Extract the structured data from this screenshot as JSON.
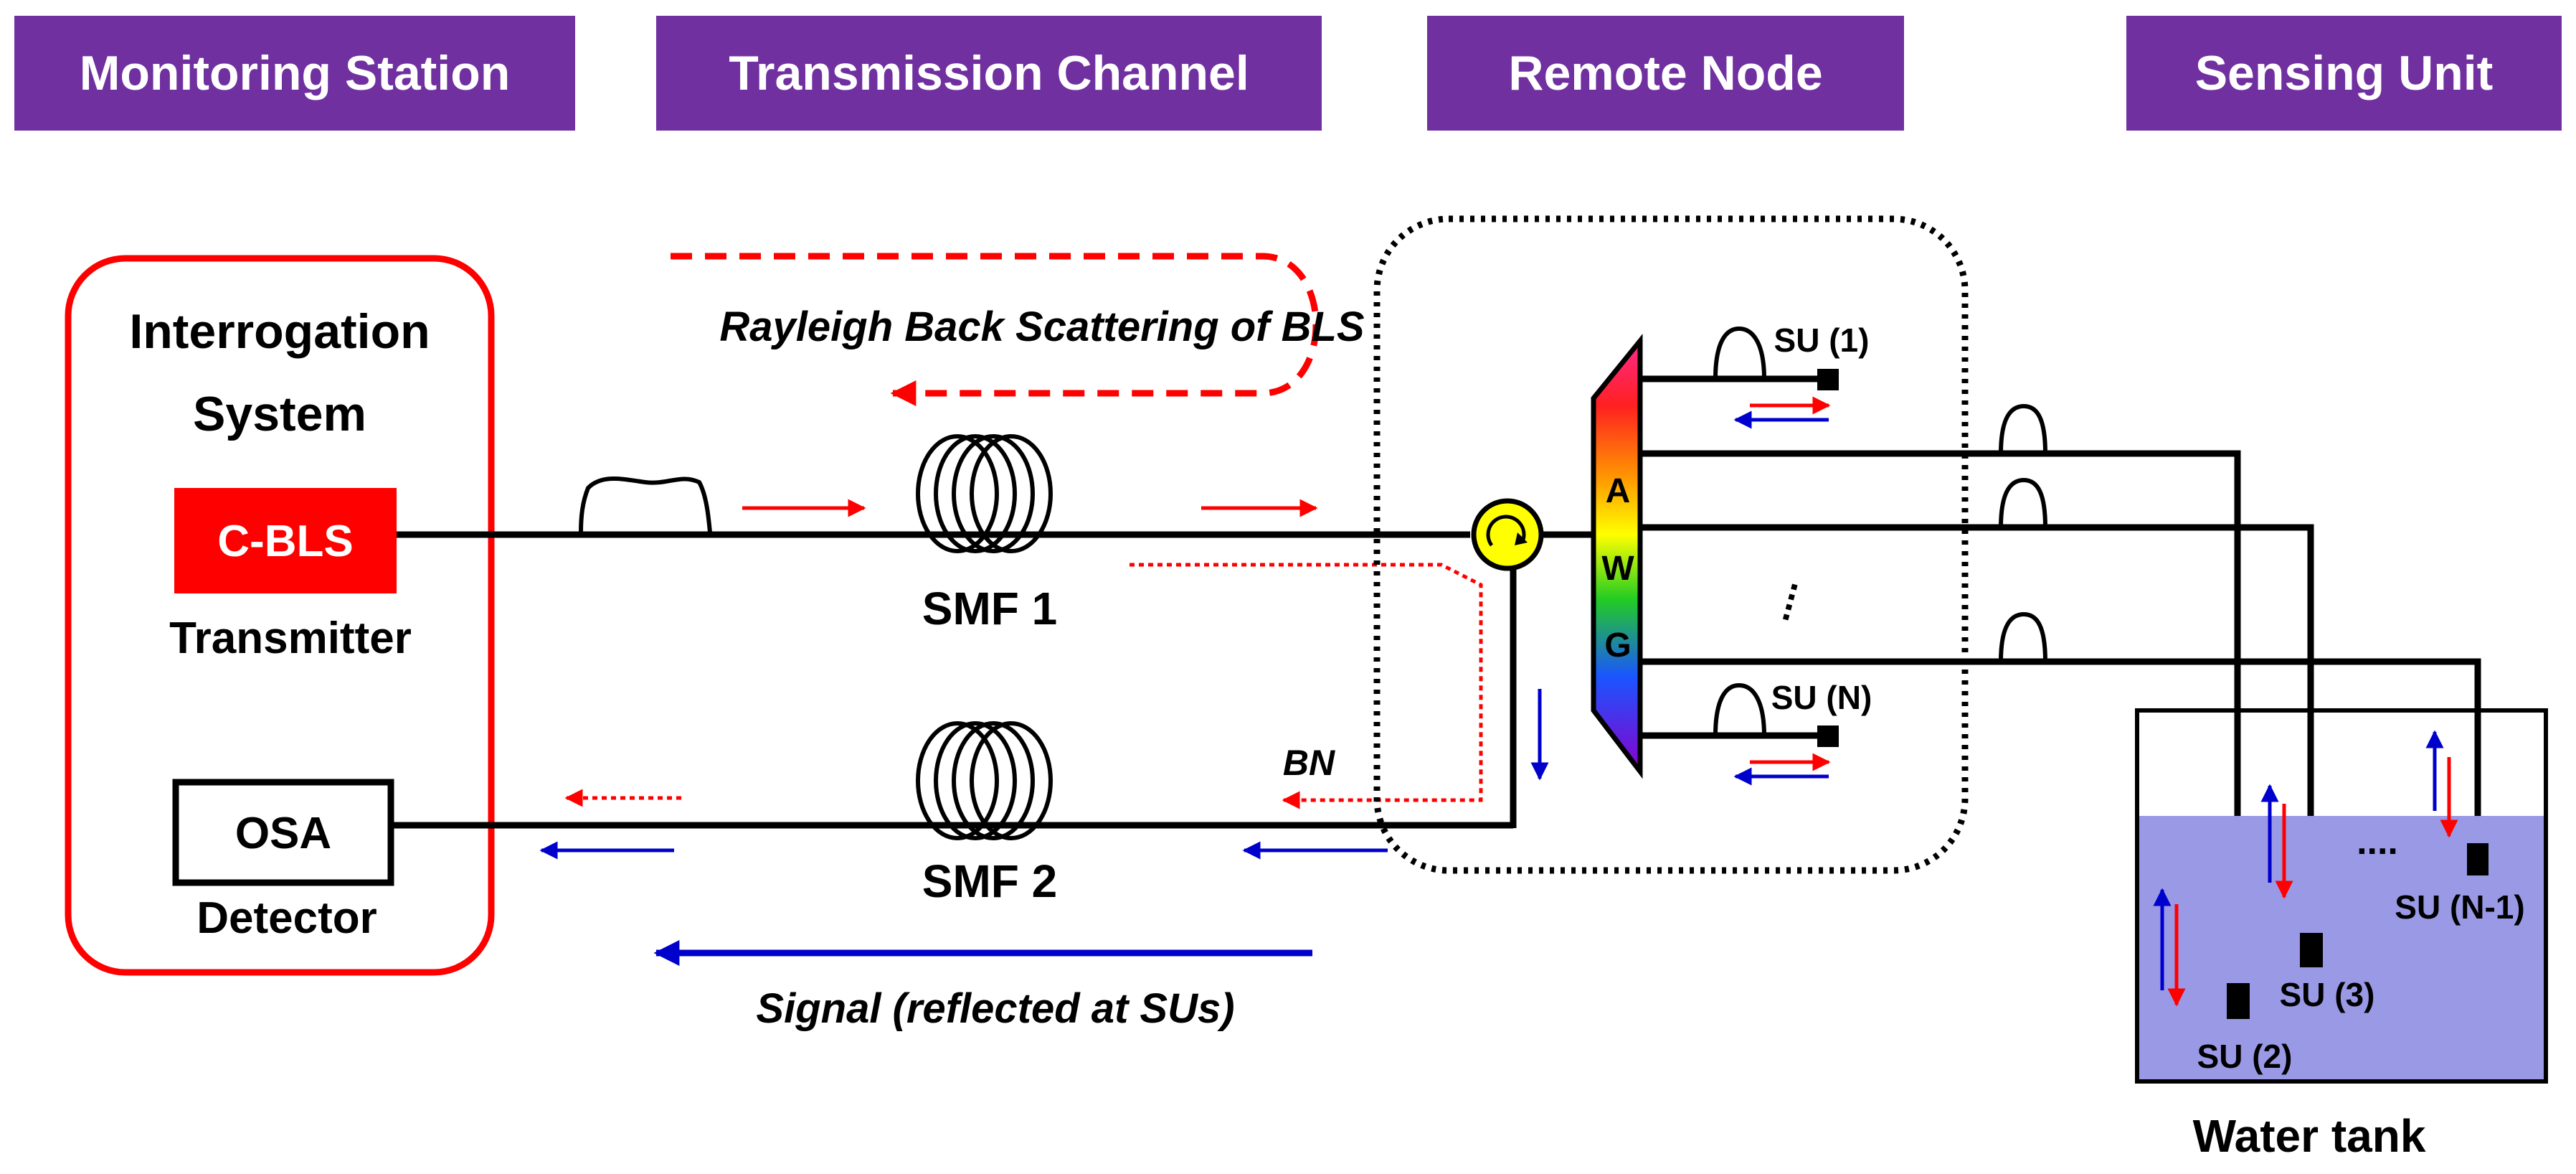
{
  "headers": {
    "monitoring_station": "Monitoring Station",
    "transmission_channel": "Transmission Channel",
    "remote_node": "Remote Node",
    "sensing_unit": "Sensing Unit"
  },
  "labels": {
    "interrogation_line1": "Interrogation",
    "interrogation_line2": "System",
    "cbls": "C-BLS",
    "transmitter": "Transmitter",
    "osa": "OSA",
    "detector": "Detector",
    "rayleigh": "Rayleigh Back Scattering of BLS",
    "smf1": "SMF 1",
    "smf2": "SMF 2",
    "bn": "BN",
    "signal": "Signal (reflected at SUs)",
    "awg_a": "A",
    "awg_w": "W",
    "awg_g": "G",
    "awg_dots": "....",
    "su1": "SU (1)",
    "sun": "SU (N)",
    "su2": "SU (2)",
    "su3": "SU (3)",
    "sun1": "SU (N-1)",
    "tank_dots": "....",
    "water_tank": "Water tank"
  },
  "colors": {
    "header_bg": "#7030A0",
    "interrogation_border": "#FF0000",
    "cbls_fill": "#FF0000",
    "red_arrow": "#FF0000",
    "blue_arrow": "#0000CC",
    "water": "#9999E6",
    "circulator": "#FFFF00"
  },
  "icons": {
    "circulator": "optical-circulator-icon",
    "spool": "fiber-spool-icon",
    "pulse": "optical-pulse-icon",
    "awg": "arrayed-waveguide-grating-icon"
  }
}
